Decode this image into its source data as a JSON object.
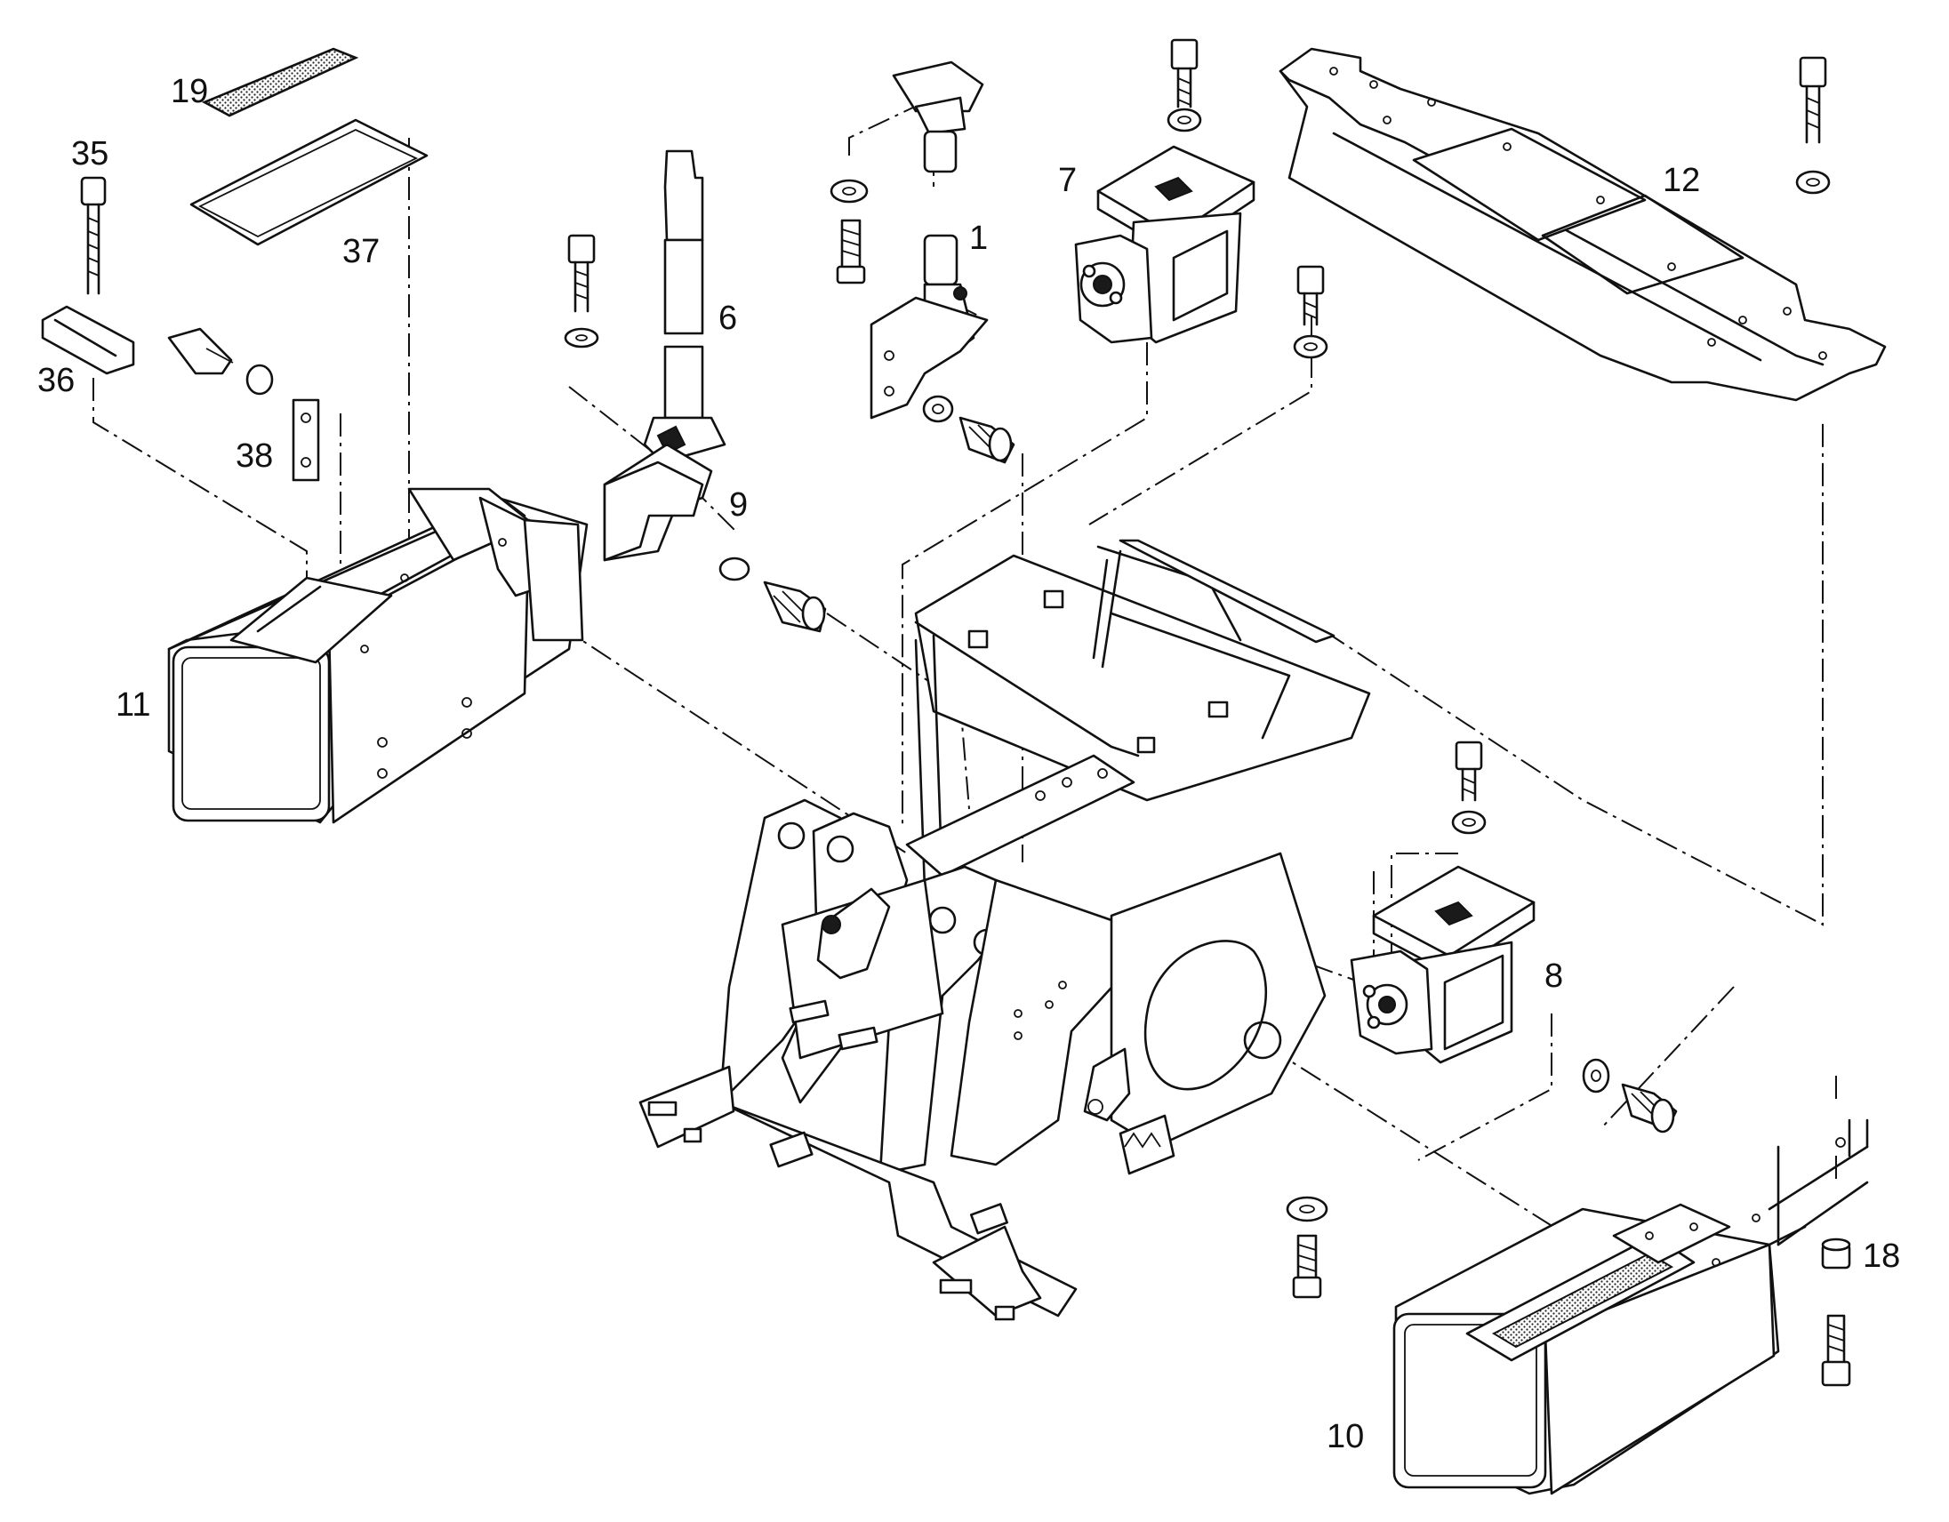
{
  "diagram": {
    "callouts": [
      {
        "id": "1",
        "text": "1"
      },
      {
        "id": "6",
        "text": "6"
      },
      {
        "id": "7",
        "text": "7"
      },
      {
        "id": "8",
        "text": "8"
      },
      {
        "id": "9",
        "text": "9"
      },
      {
        "id": "10",
        "text": "10"
      },
      {
        "id": "11",
        "text": "11"
      },
      {
        "id": "12",
        "text": "12"
      },
      {
        "id": "18",
        "text": "18"
      },
      {
        "id": "19",
        "text": "19"
      },
      {
        "id": "35",
        "text": "35"
      },
      {
        "id": "36",
        "text": "36"
      },
      {
        "id": "37",
        "text": "37"
      },
      {
        "id": "38",
        "text": "38"
      }
    ]
  }
}
